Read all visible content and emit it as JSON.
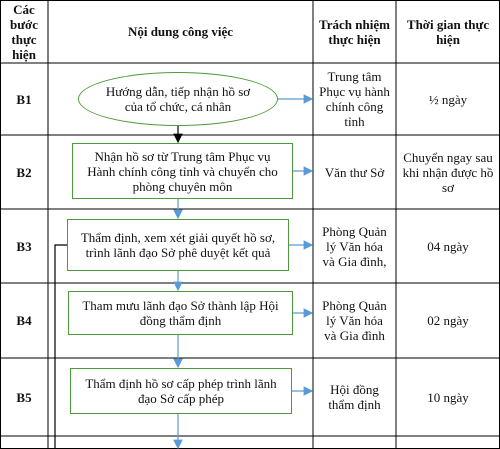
{
  "header": {
    "col_step": "Các bước thực hiện",
    "col_content": "Nội dung công việc",
    "col_resp": "Trách nhiệm thực hiện",
    "col_time": "Thời gian thực hiện"
  },
  "rows": [
    {
      "step": "B1",
      "content": "Hướng dẫn, tiếp nhận hồ sơ của tổ chức, cá nhân",
      "resp": "Trung tâm Phục vụ hành chính công tỉnh",
      "time": "½ ngày"
    },
    {
      "step": "B2",
      "content": "Nhận hồ sơ từ Trung tâm Phục vụ Hành chính công tỉnh và chuyển cho phòng chuyên môn",
      "resp": "Văn thư Sở",
      "time": "Chuyển ngay sau khi nhận được hồ sơ"
    },
    {
      "step": "B3",
      "content": "Thẩm định, xem xét giải quyết hồ sơ, trình lãnh đạo Sở phê duyệt kết quả",
      "resp": "Phòng Quản lý Văn hóa và Gia đình,",
      "time": "04 ngày"
    },
    {
      "step": "B4",
      "content": "Tham mưu lãnh đạo Sở thành lập Hội đồng thẩm định",
      "resp": "Phòng Quản lý Văn hóa và Gia đình",
      "time": "02 ngày"
    },
    {
      "step": "B5",
      "content": "Thẩm định hồ sơ cấp phép trình lãnh đạo Sở cấp phép",
      "resp": "Hội đồng thẩm định",
      "time": "10 ngày"
    }
  ],
  "colors": {
    "box_border": "#4e9a3a",
    "arrow": "#5b9bd5",
    "grid": "#000000"
  }
}
